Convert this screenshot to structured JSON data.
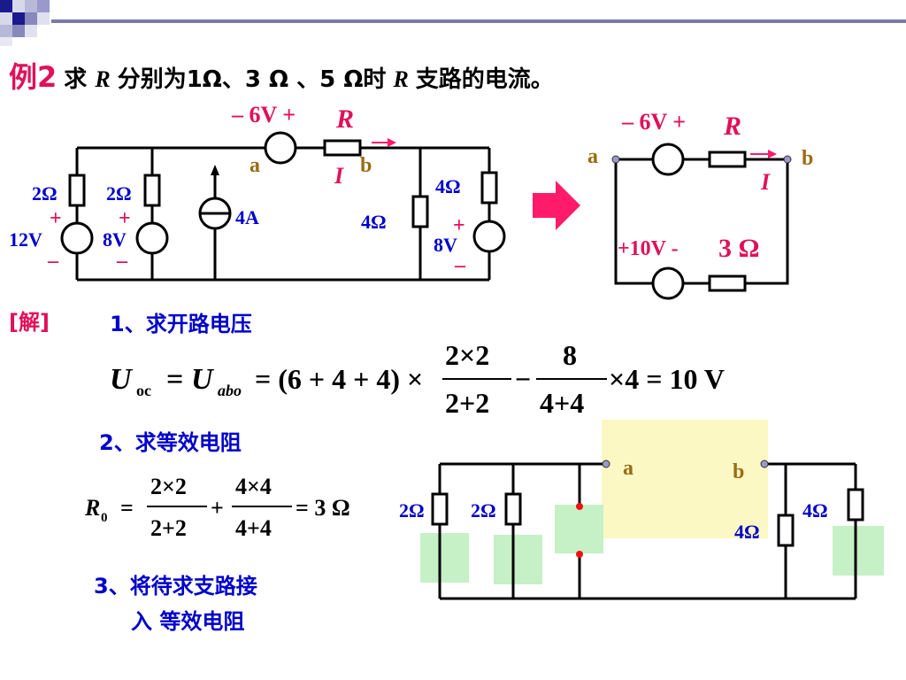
{
  "colors": {
    "wire": "#000000",
    "blue": "#0000cc",
    "magenta": "#e0105a",
    "brown": "#9a6c14",
    "gold": "#b8860b",
    "highlight_yellow": "#fbf8c4",
    "highlight_green": "#c6f0c6",
    "arrow": "#ff1a6a",
    "dot": "#ee1111"
  },
  "title": {
    "example": "例2",
    "text_1": " 求 ",
    "var_r": "R",
    "text_2": " 分别为1Ω、3 Ω 、5 Ω时",
    "var_r2": "R",
    "text_3": "支路的电流。"
  },
  "circuit1": {
    "src_6v_label": "– 6V +",
    "r_label": "R",
    "node_a": "a",
    "current_i": "I",
    "node_b": "b",
    "res_2ohm_1": "2Ω",
    "res_2ohm_2": "2Ω",
    "plus_1": "+",
    "plus_2": "+",
    "v_12v": "12V",
    "v_8v_left": "8V",
    "minus_1": "–",
    "minus_2": "–",
    "i_4a": "4A",
    "res_4ohm_mid": "4Ω",
    "res_4ohm_right": "4Ω",
    "plus_3": "+",
    "v_8v_right": "8V",
    "minus_3": "–"
  },
  "circuit2": {
    "src_6v_label": "– 6V +",
    "r_label": "R",
    "node_a": "a",
    "node_b": "b",
    "current_i": "I",
    "src_10v_label": "+10V -",
    "res_3ohm": "3 Ω"
  },
  "solution": {
    "label": "[解]",
    "step1": "1、求开路电压",
    "step2": "2、求等效电阻",
    "step3_line1": "3、将待求支路接",
    "step3_line2": "入 等效电阻"
  },
  "eq1": {
    "u": "U",
    "oc": "oc",
    "eq": "=",
    "abo": "abo",
    "paren": "= (6 + 4 + 4) ×",
    "frac1_num": "2×2",
    "frac1_den": "2+2",
    "minus": "−",
    "frac2_num": "8",
    "frac2_den": "4+4",
    "tail": "×4 = 10 V"
  },
  "eq2": {
    "r": "R",
    "sub0": "0",
    "eq": "=",
    "frac1_num": "2×2",
    "frac1_den": "2+2",
    "plus": "+",
    "frac2_num": "4×4",
    "frac2_den": "4+4",
    "result": "= 3 Ω"
  },
  "circuit3": {
    "node_a": "a",
    "node_b": "b",
    "res_2ohm_1": "2Ω",
    "res_2ohm_2": "2Ω",
    "res_4ohm_mid": "4Ω",
    "res_4ohm_right": "4Ω"
  }
}
